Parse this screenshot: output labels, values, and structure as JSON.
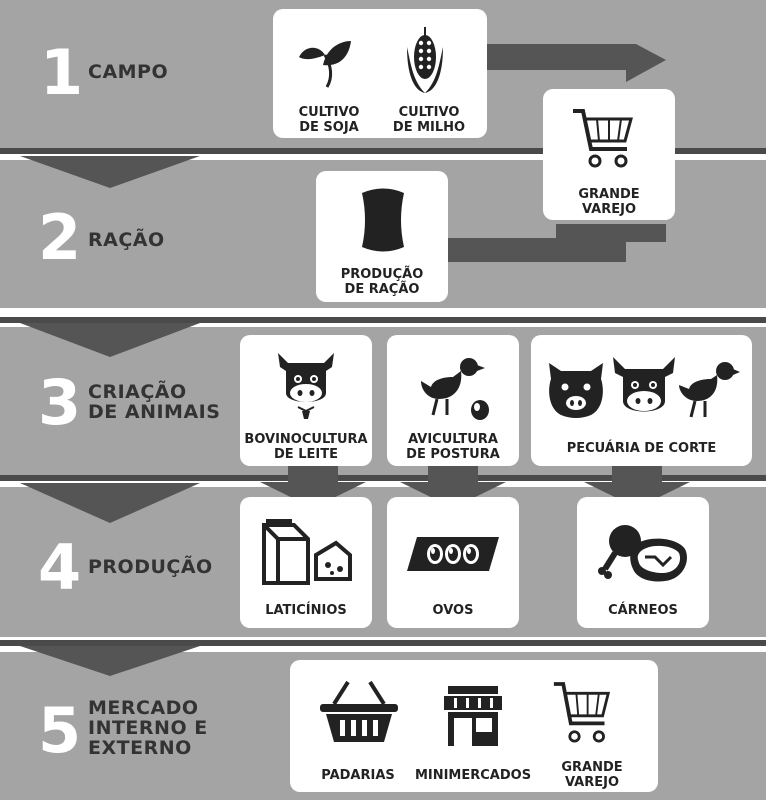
{
  "stages": [
    {
      "number": "1",
      "label": [
        "CAMPO"
      ]
    },
    {
      "number": "2",
      "label": [
        "RAÇÃO"
      ]
    },
    {
      "number": "3",
      "label": [
        "CRIAÇÃO",
        "DE ANIMAIS"
      ]
    },
    {
      "number": "4",
      "label": [
        "PRODUÇÃO"
      ]
    },
    {
      "number": "5",
      "label": [
        "MERCADO",
        "INTERNO E",
        "EXTERNO"
      ]
    }
  ],
  "items": {
    "soja": [
      "CULTIVO",
      "DE SOJA"
    ],
    "milho": [
      "CULTIVO",
      "DE MILHO"
    ],
    "varejo_top": [
      "GRANDE",
      "VAREJO"
    ],
    "racao": [
      "PRODUÇÃO",
      "DE RAÇÃO"
    ],
    "leite": [
      "BOVINOCULTURA",
      "DE LEITE"
    ],
    "postura": [
      "AVICULTURA",
      "DE POSTURA"
    ],
    "corte": [
      "PECUÁRIA DE CORTE"
    ],
    "laticinios": [
      "LATICÍNIOS"
    ],
    "ovos": [
      "OVOS"
    ],
    "carneos": [
      "CÁRNEOS"
    ],
    "padarias": [
      "PADARIAS"
    ],
    "minimercados": [
      "MINIMERCADOS"
    ],
    "varejo_bottom": [
      "GRANDE",
      "VAREJO"
    ]
  },
  "icons": [
    "leaf-icon",
    "corn-icon",
    "cart-icon",
    "feed-bag-icon",
    "cow-icon",
    "hen-icon",
    "egg-icon",
    "pig-icon",
    "chicken-icon",
    "milk-carton-icon",
    "cheese-icon",
    "egg-tray-icon",
    "drumstick-icon",
    "steak-icon",
    "basket-icon",
    "store-icon"
  ],
  "colors": {
    "band": "#a4a4a4",
    "separator": "#4a4a4a",
    "arrow": "#555555",
    "text": "#333333"
  }
}
